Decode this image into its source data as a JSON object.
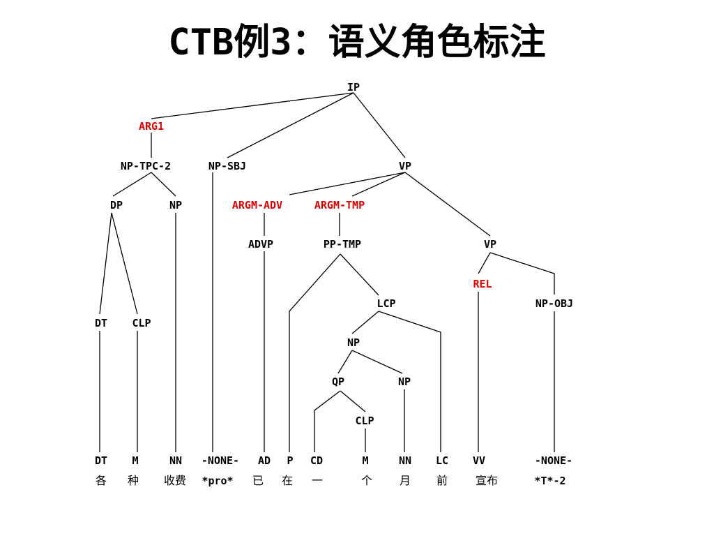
{
  "title": "CTB例3：语义角色标注",
  "colors": {
    "role": "#e00000",
    "text": "#000000",
    "background": "#ffffff"
  },
  "nodes": {
    "ip": "IP",
    "arg1": "ARG1",
    "np_tpc_2": "NP-TPC-2",
    "np_sbj": "NP-SBJ",
    "vp_top": "VP",
    "dp": "DP",
    "np_a": "NP",
    "argm_adv": "ARGM-ADV",
    "argm_tmp": "ARGM-TMP",
    "advp": "ADVP",
    "pp_tmp": "PP-TMP",
    "vp_inner": "VP",
    "rel": "REL",
    "lcp": "LCP",
    "np_obj": "NP-OBJ",
    "dt_mid": "DT",
    "clp_a": "CLP",
    "np_b": "NP",
    "qp": "QP",
    "np_c": "NP",
    "clp_b": "CLP"
  },
  "pos_tags": [
    "DT",
    "M",
    "NN",
    "-NONE-",
    "AD",
    "P",
    "CD",
    "M",
    "NN",
    "LC",
    "VV",
    "-NONE-"
  ],
  "words": [
    "各",
    "种",
    "收费",
    "*pro*",
    "已",
    "在",
    "一",
    "个",
    "月",
    "前",
    "宣布",
    "*T*-2"
  ]
}
